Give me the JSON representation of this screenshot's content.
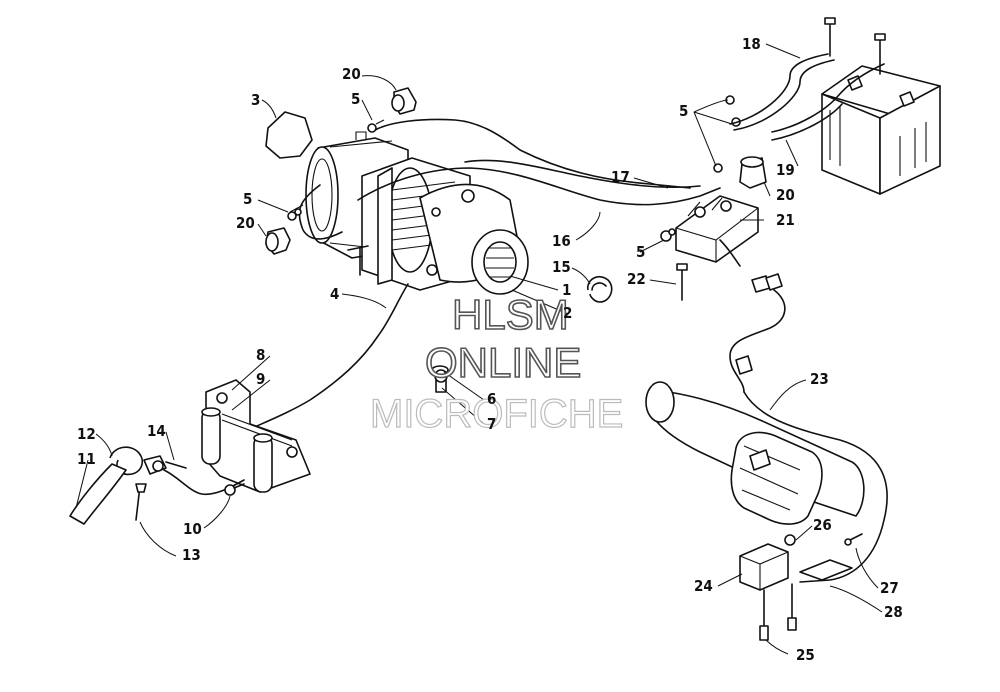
{
  "watermark": {
    "line1": "HLSM",
    "line2": "ONLINE",
    "line3": "MICROFICHE"
  },
  "callouts": [
    {
      "id": "c20a",
      "text": "20"
    },
    {
      "id": "c5a",
      "text": "5"
    },
    {
      "id": "c3",
      "text": "3"
    },
    {
      "id": "c5b",
      "text": "5"
    },
    {
      "id": "c20b",
      "text": "20"
    },
    {
      "id": "c4",
      "text": "4"
    },
    {
      "id": "c8",
      "text": "8"
    },
    {
      "id": "c9",
      "text": "9"
    },
    {
      "id": "c12",
      "text": "12"
    },
    {
      "id": "c14",
      "text": "14"
    },
    {
      "id": "c11",
      "text": "11"
    },
    {
      "id": "c10",
      "text": "10"
    },
    {
      "id": "c13",
      "text": "13"
    },
    {
      "id": "c15",
      "text": "15"
    },
    {
      "id": "c1",
      "text": "1"
    },
    {
      "id": "c2",
      "text": "2"
    },
    {
      "id": "c6",
      "text": "6"
    },
    {
      "id": "c7",
      "text": "7"
    },
    {
      "id": "c16",
      "text": "16"
    },
    {
      "id": "c17",
      "text": "17"
    },
    {
      "id": "c18",
      "text": "18"
    },
    {
      "id": "c5c",
      "text": "5"
    },
    {
      "id": "c19",
      "text": "19"
    },
    {
      "id": "c20c",
      "text": "20"
    },
    {
      "id": "c21",
      "text": "21"
    },
    {
      "id": "c5d",
      "text": "5"
    },
    {
      "id": "c22",
      "text": "22"
    },
    {
      "id": "c23",
      "text": "23"
    },
    {
      "id": "c26",
      "text": "26"
    },
    {
      "id": "c24",
      "text": "24"
    },
    {
      "id": "c27",
      "text": "27"
    },
    {
      "id": "c28",
      "text": "28"
    },
    {
      "id": "c25",
      "text": "25"
    }
  ]
}
